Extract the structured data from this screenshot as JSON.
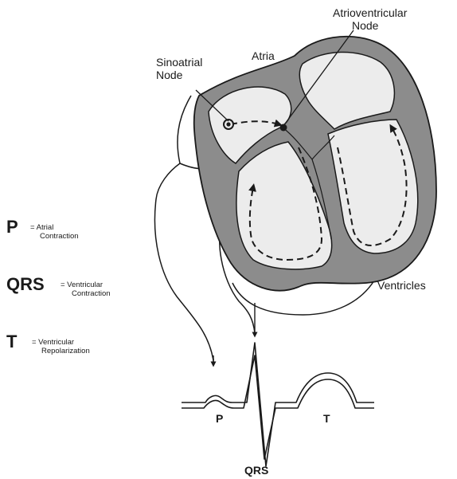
{
  "labels": {
    "atrioventricular_line1": "Atrioventricular",
    "atrioventricular_line2": "Node",
    "atria": "Atria",
    "sinoatrial_line1": "Sinoatrial",
    "sinoatrial_line2": "Node",
    "ventricles": "Ventricles"
  },
  "legend": {
    "p_symbol": "P",
    "p_desc_line1": "= Atrial",
    "p_desc_line2": "Contraction",
    "qrs_symbol": "QRS",
    "qrs_desc_line1": "= Ventricular",
    "qrs_desc_line2": "Contraction",
    "t_symbol": "T",
    "t_desc_line1": "= Ventricular",
    "t_desc_line2": "Repolarization"
  },
  "ecg": {
    "p_label": "P",
    "t_label": "T",
    "qrs_label": "QRS"
  },
  "colors": {
    "heart_wall": "#8c8c8c",
    "chamber_fill": "#ececec",
    "outline": "#1a1a1a"
  }
}
